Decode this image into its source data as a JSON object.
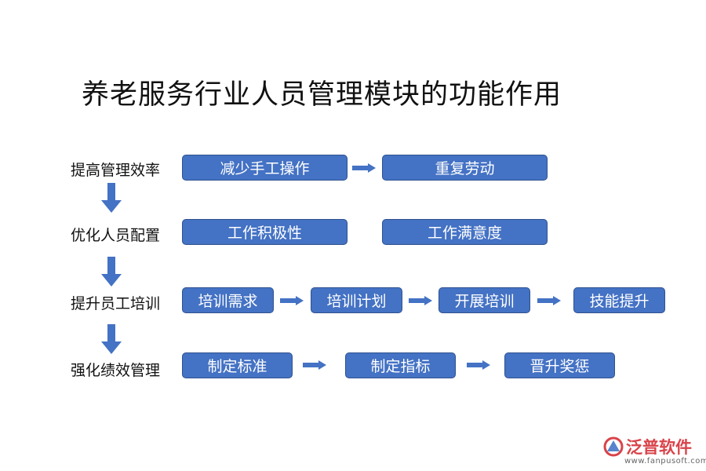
{
  "title": "养老服务行业人员管理模块的功能作用",
  "rows": [
    {
      "label": "提高管理效率",
      "boxes": [
        "减少手工操作",
        "重复劳动"
      ]
    },
    {
      "label": "优化人员配置",
      "boxes": [
        "工作积极性",
        "工作满意度"
      ]
    },
    {
      "label": "提升员工培训",
      "boxes": [
        "培训需求",
        "培训计划",
        "开展培训",
        "技能提升"
      ]
    },
    {
      "label": "强化绩效管理",
      "boxes": [
        "制定标准",
        "制定指标",
        "晋升奖惩"
      ]
    }
  ],
  "logo": {
    "name": "泛普软件",
    "url": "www.fanpusoft.com"
  },
  "colors": {
    "box_fill": "#4472c4",
    "box_border": "#2f528f",
    "logo_red": "#d9434a"
  }
}
